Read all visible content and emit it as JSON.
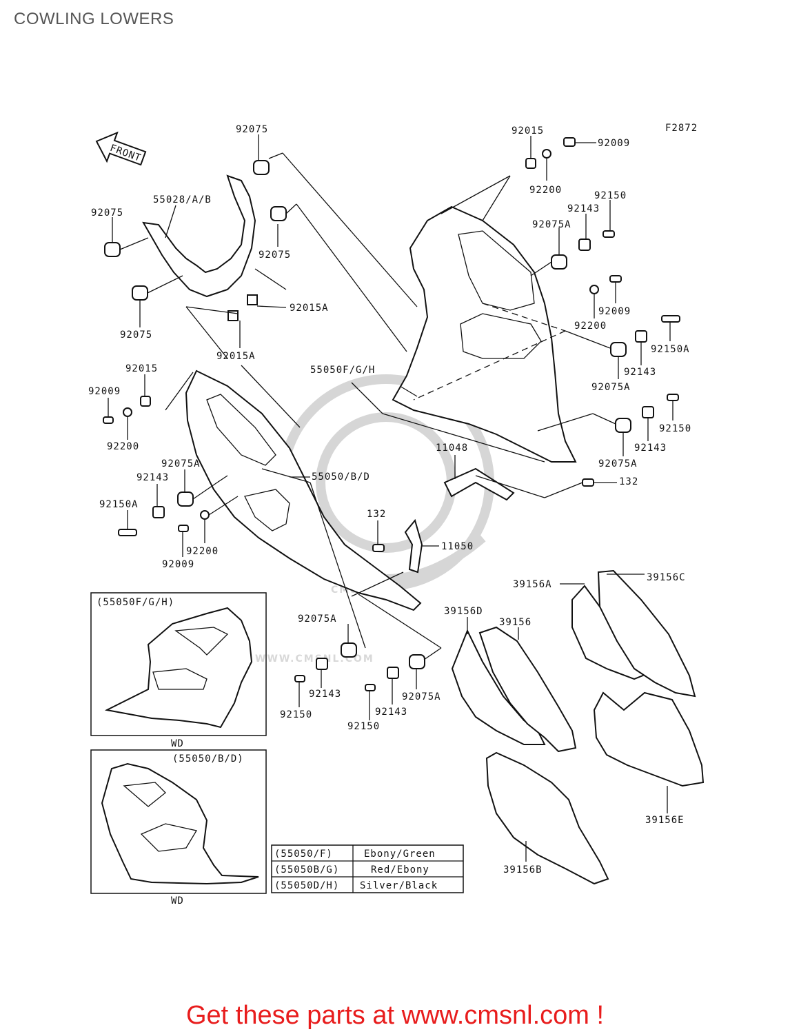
{
  "page": {
    "title": "COWLING LOWERS",
    "figure_code": "F2872",
    "footer": "Get these parts at www.cmsnl.com !"
  },
  "front_label": "FRONT",
  "watermark": {
    "logo_text": "CMS",
    "url_text": "WWW.CMSNL.COM"
  },
  "callouts": {
    "c92075_top": "92075",
    "c55028": "55028/A/B",
    "c92075_left": "92075",
    "c92075_mid": "92075",
    "c92075_low": "92075",
    "c92015A_a": "92015A",
    "c92015A_b": "92015A",
    "c55050FGH": "55050F/G/H",
    "c92015_top": "92015",
    "c92009_top": "92009",
    "c92200_top": "92200",
    "c92150_top": "92150",
    "c92143_top": "92143",
    "c92075A_top": "92075A",
    "c92009_r2": "92009",
    "c92200_r2": "92200",
    "c92150A_r": "92150A",
    "c92143_r2": "92143",
    "c92075A_r2": "92075A",
    "c92150_r3": "92150",
    "c92143_r3": "92143",
    "c92075A_r3": "92075A",
    "c11048": "11048",
    "c132_r": "132",
    "c92015_left": "92015",
    "c92009_left": "92009",
    "c92200_left": "92200",
    "c92075A_left": "92075A",
    "c92143_left": "92143",
    "c55050BD": "55050/B/D",
    "c92150A_left": "92150A",
    "c92200_left2": "92200",
    "c92009_left2": "92009",
    "c132_mid": "132",
    "c11050": "11050",
    "c92075A_bot": "92075A",
    "c92143_bot1": "92143",
    "c92150_bot1": "92150",
    "c92143_bot2": "92143",
    "c92150_bot2": "92150",
    "c92075A_bot2": "92075A",
    "c39156A": "39156A",
    "c39156C": "39156C",
    "c39156D": "39156D",
    "c39156": "39156",
    "c39156E": "39156E",
    "c39156B": "39156B"
  },
  "insets": [
    {
      "title": "(55050F/G/H)",
      "caption": "WD"
    },
    {
      "title": "(55050/B/D)",
      "caption": "WD"
    }
  ],
  "color_table": [
    {
      "part": "(55050/F)",
      "color": "Ebony/Green"
    },
    {
      "part": "(55050B/G)",
      "color": "Red/Ebony"
    },
    {
      "part": "(55050D/H)",
      "color": "Silver/Black"
    }
  ]
}
